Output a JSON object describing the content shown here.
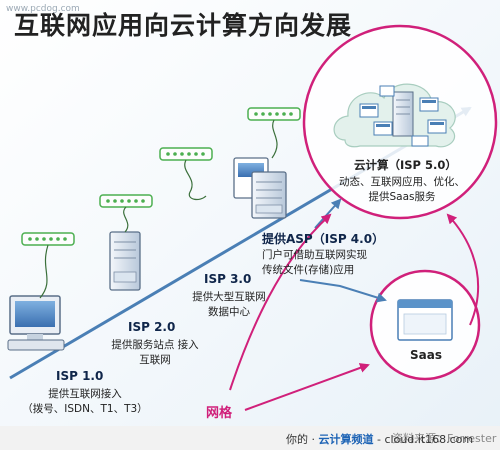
{
  "title": "互联网应用向云计算方向发展",
  "watermark": "www.pcdog.com",
  "stages": {
    "isp1": {
      "label": "ISP 1.0",
      "desc": [
        "提供互联网接入",
        "（拨号、ISDN、T1、T3）"
      ]
    },
    "isp2": {
      "label": "ISP 2.0",
      "desc": [
        "提供服务站点  接入",
        "互联网"
      ]
    },
    "isp3": {
      "label": "ISP 3.0",
      "desc": [
        "提供大型互联网",
        "数据中心"
      ]
    },
    "isp4": {
      "label": "提供ASP（ISP 4.0）",
      "desc": [
        "门户可借助互联网实现",
        "传统文件(存储)应用"
      ]
    },
    "isp5": {
      "label": "云计算（ISP 5.0）",
      "desc": [
        "动态、互联网应用、优化、",
        "提供Saas服务"
      ]
    }
  },
  "saas_label": "Saas",
  "grid_label": "网格",
  "source": "资料来源：Forrester",
  "footer": {
    "prefix": "你的",
    "brand": "云计算频道",
    "url": "cloud.it168.com"
  },
  "colors": {
    "arrow_blue": "#4a7fb5",
    "circle_pink": "#d0207a",
    "grid_pink": "#d0207a",
    "switch_green": "#4caf50",
    "server_blue": "#5b93c9"
  }
}
